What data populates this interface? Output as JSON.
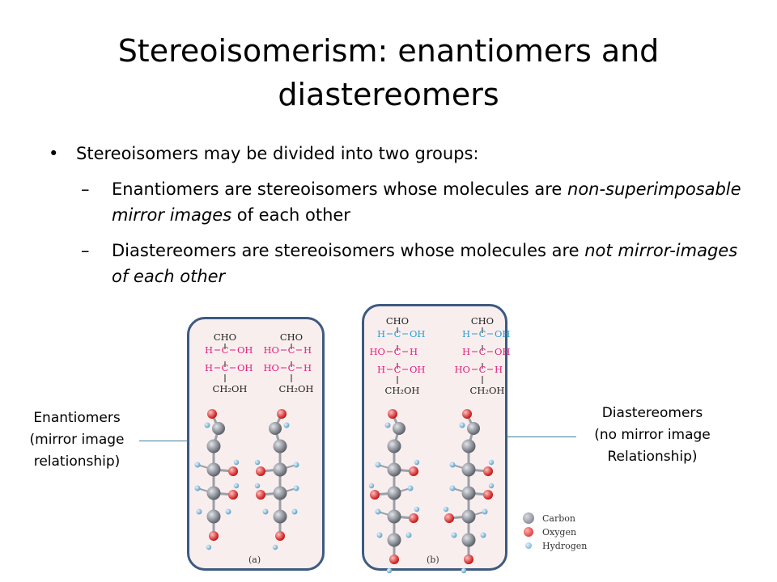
{
  "slide": {
    "title": "Stereoisomerism: enantiomers and diastereomers",
    "bullet": {
      "symbol": "•",
      "text": "Stereoisomers may be divided into two groups:"
    },
    "subitems": [
      {
        "dash": "–",
        "parts": [
          {
            "text": "Enantiomers are stereoisomers whose molecules are ",
            "italic": false
          },
          {
            "text": "non-superimposable mirror images",
            "italic": true
          },
          {
            "text": " of each other",
            "italic": false
          }
        ]
      },
      {
        "dash": "–",
        "parts": [
          {
            "text": "Diastereomers are stereoisomers whose molecules are ",
            "italic": false
          },
          {
            "text": "not mirror-images of each other",
            "italic": true
          }
        ]
      }
    ]
  },
  "labels": {
    "enantiomers": [
      "Enantiomers",
      "(mirror image",
      "relationship)"
    ],
    "diastereomers": [
      "Diastereomers",
      "(no mirror image",
      "Relationship)"
    ]
  },
  "figure": {
    "panel_a_caption": "(a)",
    "panel_b_caption": "(b)",
    "legend": [
      {
        "name": "Carbon",
        "color": "#8a8e94"
      },
      {
        "name": "Oxygen",
        "color": "#e02020"
      },
      {
        "name": "Hydrogen",
        "color": "#7ab8d8"
      }
    ],
    "colors": {
      "magenta": "#e0207a",
      "cyan": "#2a9fd6",
      "black": "#222222"
    },
    "structures": [
      {
        "top": "CHO",
        "bottom": "CH₂OH",
        "rows": [
          {
            "left": "H",
            "right": "OH",
            "color": "magenta"
          },
          {
            "left": "H",
            "right": "OH",
            "color": "magenta"
          }
        ]
      },
      {
        "top": "CHO",
        "bottom": "CH₂OH",
        "rows": [
          {
            "left": "HO",
            "right": "H",
            "color": "magenta"
          },
          {
            "left": "HO",
            "right": "H",
            "color": "magenta"
          }
        ]
      },
      {
        "top": "CHO",
        "bottom": "CH₂OH",
        "rows": [
          {
            "left": "H",
            "right": "OH",
            "color": "cyan"
          },
          {
            "left": "HO",
            "right": "H",
            "color": "magenta"
          },
          {
            "left": "H",
            "right": "OH",
            "color": "magenta"
          }
        ]
      },
      {
        "top": "CHO",
        "bottom": "CH₂OH",
        "rows": [
          {
            "left": "H",
            "right": "OH",
            "color": "cyan"
          },
          {
            "left": "H",
            "right": "OH",
            "color": "magenta"
          },
          {
            "left": "HO",
            "right": "H",
            "color": "magenta"
          }
        ]
      }
    ]
  }
}
